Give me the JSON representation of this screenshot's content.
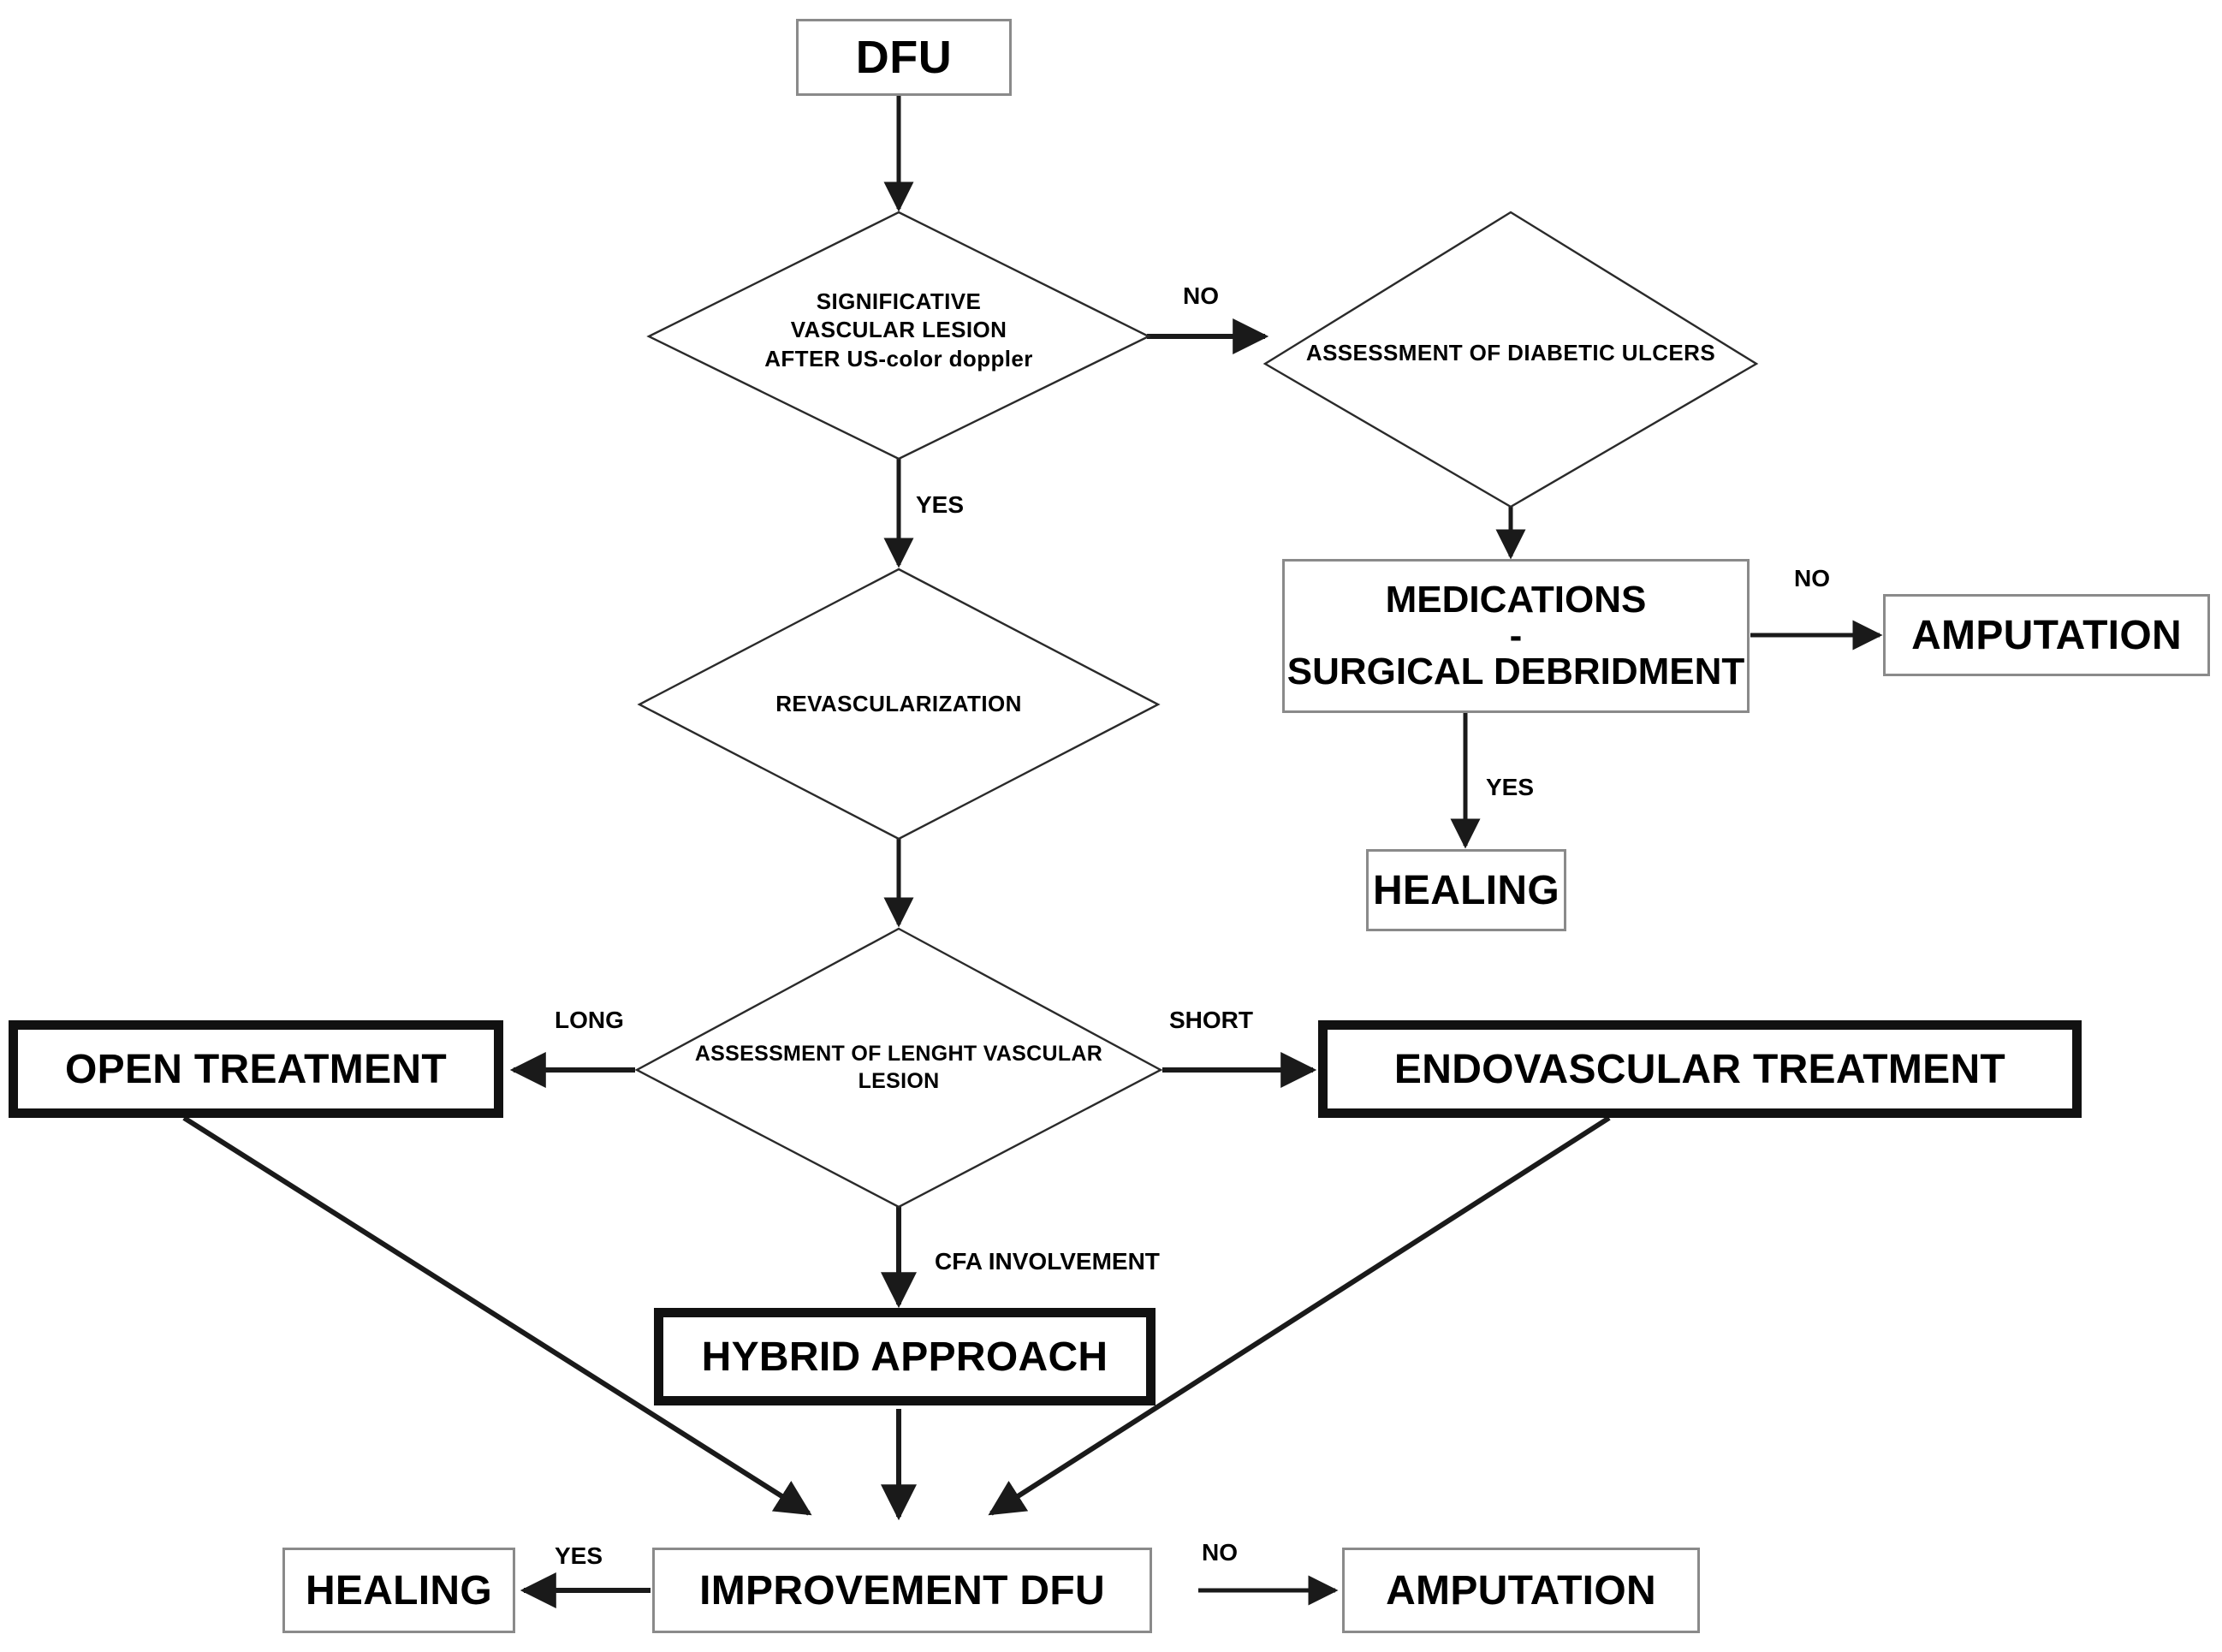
{
  "diagram": {
    "title": "Diabetic Foot Ulcer (DFU) management flowchart",
    "colors": {
      "line": "#1a1a1a",
      "thin_border": "#8a8a8a",
      "heavy_border": "#111111",
      "text": "#000000",
      "background": "#ffffff"
    }
  },
  "nodes": {
    "dfu": {
      "label": "DFU",
      "shape": "rectangle"
    },
    "significative_vascular_lesion": {
      "label": "SIGNIFICATIVE\nVASCULAR LESION\nAFTER US-color doppler",
      "shape": "diamond"
    },
    "assessment_diabetic_ulcers": {
      "label": "ASSESSMENT OF DIABETIC ULCERS",
      "shape": "diamond"
    },
    "medications_surgical_debridment": {
      "label": "MEDICATIONS\n-\nSURGICAL DEBRIDMENT",
      "line1": "MEDICATIONS",
      "line2": "-",
      "line3": "SURGICAL DEBRIDMENT",
      "shape": "rectangle"
    },
    "amputation_top": {
      "label": "AMPUTATION",
      "shape": "rectangle"
    },
    "healing_top": {
      "label": "HEALING",
      "shape": "rectangle"
    },
    "revascularization": {
      "label": "REVASCULARIZATION",
      "shape": "diamond"
    },
    "assessment_lenght_vascular_lesion": {
      "label": "ASSESSMENT OF  LENGHT  VASCULAR\nLESION",
      "shape": "diamond"
    },
    "open_treatment": {
      "label": "OPEN TREATMENT",
      "shape": "rectangle-bold"
    },
    "endovascular_treatment": {
      "label": "ENDOVASCULAR TREATMENT",
      "shape": "rectangle-bold"
    },
    "hybrid_approach": {
      "label": "HYBRID APPROACH",
      "shape": "rectangle-bold"
    },
    "improvement_dfu": {
      "label": "IMPROVEMENT DFU",
      "shape": "rectangle"
    },
    "healing_bottom": {
      "label": "HEALING",
      "shape": "rectangle"
    },
    "amputation_bottom": {
      "label": "AMPUTATION",
      "shape": "rectangle"
    }
  },
  "edge_labels": {
    "no_to_ulcers": "NO",
    "yes_to_revascularization": "YES",
    "no_to_amputation_top": "NO",
    "yes_to_healing_top": "YES",
    "long_to_open": "LONG",
    "short_to_endovascular": "SHORT",
    "cfa_to_hybrid": "CFA INVOLVEMENT",
    "yes_to_healing_bottom": "YES",
    "no_to_amputation_bottom": "NO"
  }
}
